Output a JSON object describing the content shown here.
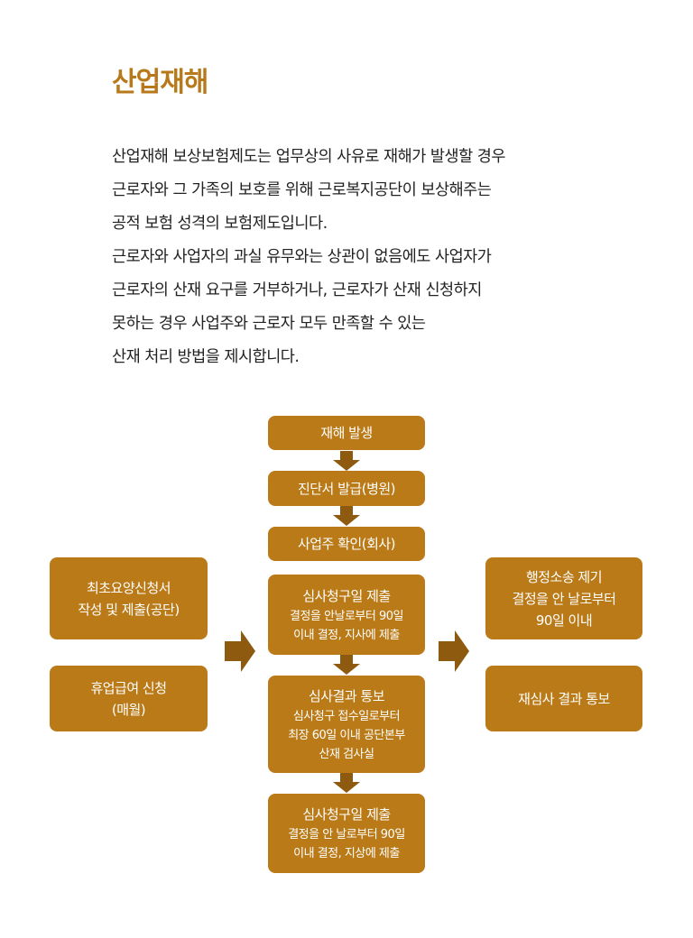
{
  "title": "산업재해",
  "paragraph": [
    "산업재해 보상보험제도는 업무상의 사유로 재해가 발생할 경우",
    "근로자와 그 가족의 보호를 위해 근로복지공단이 보상해주는",
    "공적 보험 성격의 보험제도입니다.",
    "근로자와 사업자의 과실 유무와는 상관이 없음에도 사업자가",
    "근로자의 산재 요구를 거부하거나, 근로자가 산재 신청하지",
    "못하는 경우 사업주와 근로자 모두 만족할 수 있는",
    "산재 처리 방법을 제시합니다."
  ],
  "colors": {
    "accent": "#ba7a17",
    "arrow": "#8e5a0f",
    "text": "#222222"
  },
  "flow": {
    "center": [
      {
        "title": "재해 발생",
        "lines": []
      },
      {
        "title": "진단서 발급(병원)",
        "lines": []
      },
      {
        "title": "사업주 확인(회사)",
        "lines": []
      },
      {
        "title": "심사청구일 제출",
        "lines": [
          "결정을 안날로부터 90일",
          "이내 결정, 지사에 제출"
        ]
      },
      {
        "title": "심사결과 통보",
        "lines": [
          "심사청구 접수일로부터",
          "최장 60일 이내 공단본부",
          "산재 검사실"
        ]
      },
      {
        "title": "심사청구일 제출",
        "lines": [
          "결정을 안 날로부터 90일",
          "이내 결정, 지상에 제출"
        ]
      }
    ],
    "left": [
      {
        "lines": [
          "최초요양신청서",
          "작성 및 제출(공단)"
        ]
      },
      {
        "lines": [
          "휴업급여 신청",
          "(매월)"
        ]
      }
    ],
    "right": [
      {
        "lines": [
          "행정소송 제기",
          "결정을 안 날로부터",
          "90일 이내"
        ]
      },
      {
        "lines": [
          "재심사 결과 통보"
        ]
      }
    ]
  }
}
